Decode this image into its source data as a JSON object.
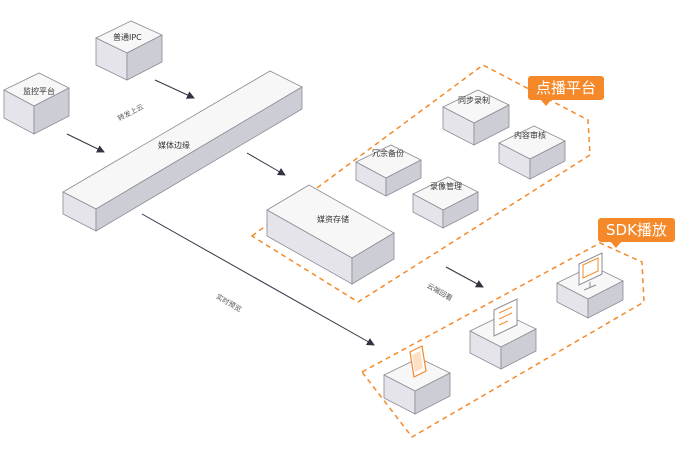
{
  "colors": {
    "accent": "#f5892a",
    "box_top": "#f7f7f7",
    "box_left": "#e4e4ea",
    "box_right": "#cdcdd6",
    "box_stroke": "#8c8c96",
    "arrow": "#333344"
  },
  "nodes": {
    "monitor_platform": "监控平台",
    "ipc": "普通IPC",
    "media_edge": "媒体边缘",
    "media_storage": "媒资存储",
    "redundant_backup": "冗余备份",
    "sync_record": "同步录制",
    "record_manage": "录像管理",
    "content_review": "内容审核"
  },
  "groups": {
    "vod_platform": "点播平台",
    "sdk_play": "SDK播放"
  },
  "edges": {
    "forward_upload": "转发上云",
    "live_preview": "实时预览",
    "cloud_playback": "云端回看"
  },
  "icons": {
    "phone": "phone-icon",
    "document": "document-icon",
    "monitor": "monitor-icon"
  }
}
